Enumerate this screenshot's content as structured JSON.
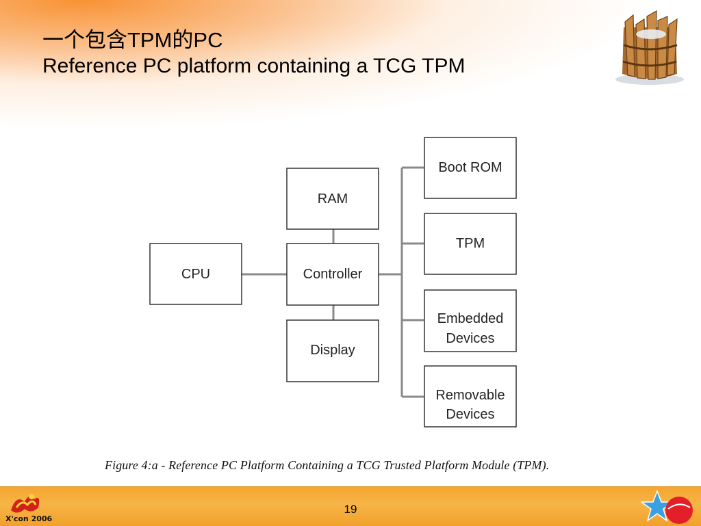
{
  "slide": {
    "title_line1": "一个包含TPM的PC",
    "title_line2": "Reference PC platform containing a TCG TPM",
    "caption": "Figure 4:a - Reference PC Platform Containing a TCG Trusted Platform Module (TPM).",
    "page_number": "19"
  },
  "diagram": {
    "boxes": {
      "cpu": "CPU",
      "ram": "RAM",
      "controller": "Controller",
      "display": "Display",
      "boot_rom": "Boot ROM",
      "tpm": "TPM",
      "embedded_line1": "Embedded",
      "embedded_line2": "Devices",
      "removable_line1": "Removable",
      "removable_line2": "Devices"
    }
  },
  "footer": {
    "brand": "X'con 2006",
    "accent_color": "#f3a630"
  },
  "icons": {
    "header_logo": "wooden-barrel-logo-icon",
    "footer_left": "xcon-logo-icon",
    "footer_right": "venus-star-logo-icon"
  }
}
